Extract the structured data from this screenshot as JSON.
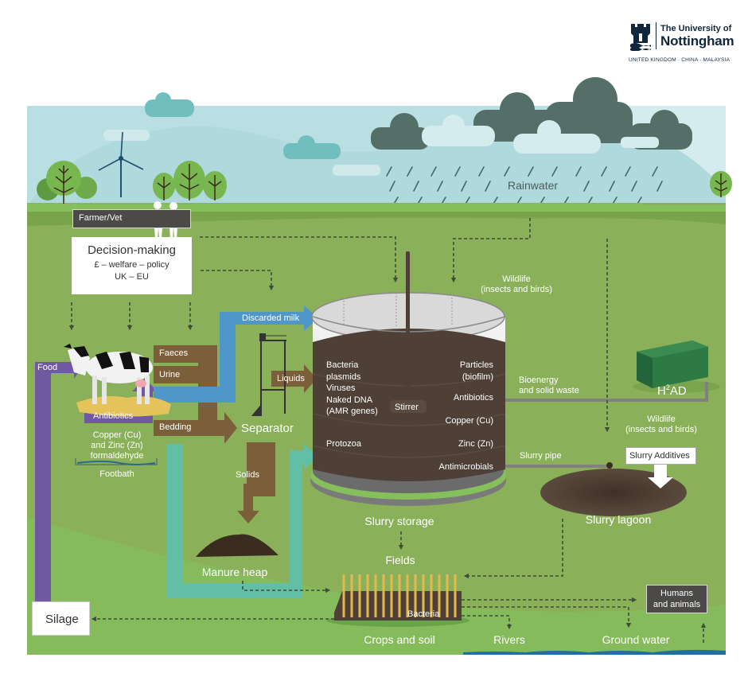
{
  "logo": {
    "line1": "The University of",
    "line2": "Nottingham",
    "tagline": "UNITED KINGDOM · CHINA · MALAYSIA"
  },
  "colors": {
    "sky": "#b9dfe2",
    "sky_light": "#d6ecee",
    "grass": "#8ab15a",
    "grass_dark": "#7aa44e",
    "hedge": "#86c05c",
    "purple": "#7059a0",
    "brown": "#7a5f3a",
    "blue": "#4f97c9",
    "teal": "#62bfa6",
    "slurry": "#4e4036",
    "dark_box": "#4b4a48",
    "rain_cloud": "#536f67",
    "light_cloud": "#70bfbe",
    "dash": "#3e4d35"
  },
  "scene": {
    "rainwater": "Rainwater"
  },
  "decision": {
    "actor_label": "Farmer/Vet",
    "title": "Decision-making",
    "line1": "£ – welfare – policy",
    "line2": "UK – EU"
  },
  "flows": {
    "food": "Food",
    "faeces": "Faeces",
    "urine": "Urine",
    "bedding": "Bedding",
    "antibiotics": "Antibiotics",
    "discarded_milk": "Discarded milk",
    "liquids": "Liquids",
    "solids": "Solids"
  },
  "footbath": {
    "line1": "Copper (Cu)",
    "line2": "and Zinc (Zn)",
    "line3": "formaldehyde",
    "label": "Footbath"
  },
  "separator": "Separator",
  "tank": {
    "left": [
      "Bacteria",
      "plasmids",
      "Viruses",
      "Naked DNA",
      "(AMR genes)"
    ],
    "protozoa": "Protozoa",
    "stirrer": "Stirrer",
    "right": [
      "Particles",
      "(biofilm)",
      "Antibiotics",
      "Copper (Cu)",
      "Zinc (Zn)",
      "Antimicrobials"
    ],
    "label": "Slurry storage"
  },
  "wildlife_top": {
    "line1": "Wildlife",
    "line2": "(insects and birds)"
  },
  "wildlife_right": {
    "line1": "Wildlife",
    "line2": "(insects and birds)"
  },
  "bioenergy": {
    "line1": "Bioenergy",
    "line2": "and solid waste"
  },
  "h2ad": {
    "base": "H",
    "sup": "2",
    "rest": "AD"
  },
  "slurry_pipe": "Slurry pipe",
  "slurry_additives": "Slurry Additives",
  "slurry_lagoon": "Slurry lagoon",
  "manure_heap": "Manure heap",
  "fields": "Fields",
  "bacteria": "Bacteria",
  "crops_soil": "Crops and soil",
  "rivers": "Rivers",
  "ground_water": "Ground water",
  "humans_animals": {
    "line1": "Humans",
    "line2": "and animals"
  },
  "silage": "Silage"
}
